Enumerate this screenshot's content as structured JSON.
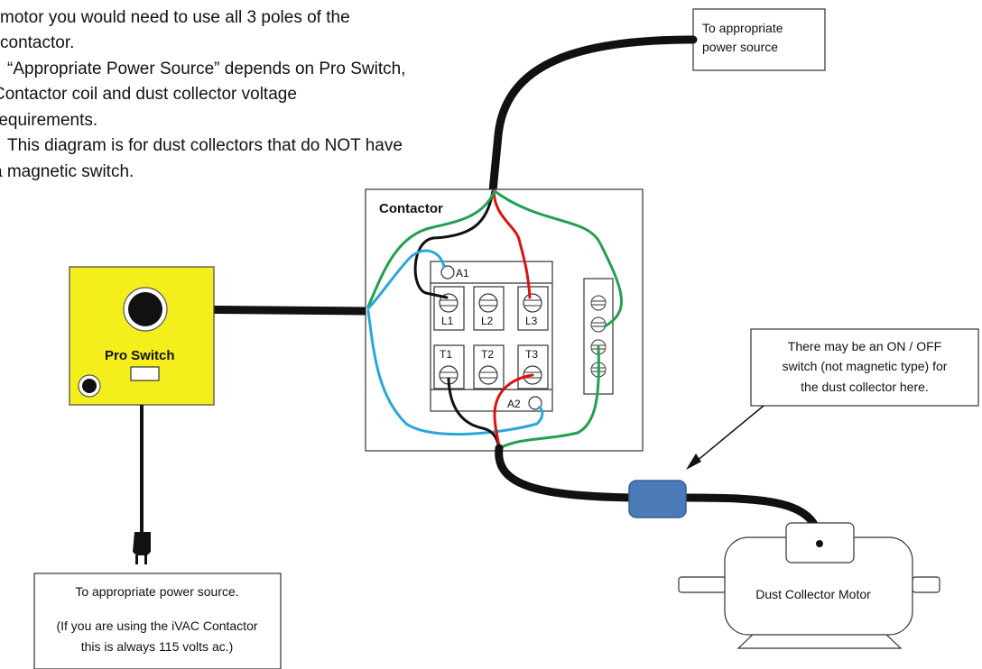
{
  "notes": {
    "lines": [
      "motor you would need to use all 3 poles of the",
      "contactor.",
      "“Appropriate Power Source” depends on Pro Switch,",
      "Contactor coil and dust collector voltage",
      "requirements.",
      "This diagram is for dust collectors that do NOT have",
      "a magnetic switch."
    ]
  },
  "power_source_top": {
    "line1": "To appropriate",
    "line2": "power source"
  },
  "contactor": {
    "title": "Contactor",
    "a1": "A1",
    "a2": "A2",
    "top_terminals": [
      "L1",
      "L2",
      "L3"
    ],
    "bottom_terminals": [
      "T1",
      "T2",
      "T3"
    ]
  },
  "pro_switch": {
    "label": "Pro Switch",
    "color": "#f4ef1c"
  },
  "callout_switch": {
    "line1": "There may be an ON / OFF",
    "line2": "switch (not magnetic type) for",
    "line3": "the dust collector here."
  },
  "motor": {
    "label": "Dust Collector Motor"
  },
  "power_source_bottom": {
    "line1": "To appropriate power source.",
    "line2": "(If you are using the iVAC Contactor",
    "line3": "this is always 115 volts ac.)"
  },
  "wire_colors": {
    "black": "#111111",
    "red": "#dd1111",
    "green": "#22a050",
    "blue": "#2aa6dd",
    "switch_body": "#4a7ab8"
  }
}
